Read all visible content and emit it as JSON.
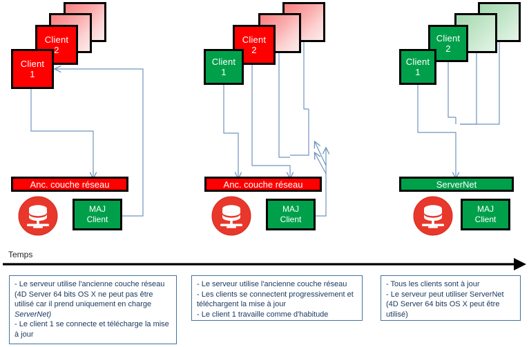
{
  "diagram": {
    "timeline": {
      "label": "Temps",
      "arrow": "right-arrow"
    },
    "columns": [
      {
        "id": "phase-1",
        "clients": [
          {
            "label_line1": "Client",
            "label_line2": "1",
            "state": "red"
          },
          {
            "label_line1": "Client",
            "label_line2": "2",
            "state": "red"
          },
          {
            "label_line1": "",
            "label_line2": "",
            "state": "ghost-red"
          },
          {
            "label_line1": "",
            "label_line2": "",
            "state": "ghost-red"
          }
        ],
        "layer": {
          "label": "Anc. couche réseau",
          "state": "red"
        },
        "server_icon": "database-icon",
        "update": {
          "line1": "MAJ",
          "line2": "Client"
        },
        "note_lines": [
          "- Le serveur utilise l'ancienne couche réseau (4D Server 64 bits OS X ne peut pas être utilisé car il prend uniquement en charge ServerNet)",
          "- Le client 1 se connecte et télécharge la mise à jour"
        ],
        "note_italic_term": "ServerNet"
      },
      {
        "id": "phase-2",
        "clients": [
          {
            "label_line1": "Client",
            "label_line2": "1",
            "state": "green"
          },
          {
            "label_line1": "Client",
            "label_line2": "2",
            "state": "red"
          },
          {
            "label_line1": "",
            "label_line2": "",
            "state": "ghost-red"
          },
          {
            "label_line1": "",
            "label_line2": "",
            "state": "ghost-red"
          }
        ],
        "layer": {
          "label": "Anc. couche réseau",
          "state": "red"
        },
        "server_icon": "database-icon",
        "update": {
          "line1": "MAJ",
          "line2": "Client"
        },
        "note_lines": [
          "- Le serveur utilise l'ancienne couche réseau",
          "- Les clients se connectent progressivement et téléchargent la mise à jour",
          "- Le client 1 travaille comme d'habitude"
        ]
      },
      {
        "id": "phase-3",
        "clients": [
          {
            "label_line1": "Client",
            "label_line2": "1",
            "state": "green"
          },
          {
            "label_line1": "Client",
            "label_line2": "2",
            "state": "green"
          },
          {
            "label_line1": "",
            "label_line2": "",
            "state": "ghost-green"
          },
          {
            "label_line1": "",
            "label_line2": "",
            "state": "ghost-green"
          }
        ],
        "layer": {
          "label": "ServerNet",
          "state": "green"
        },
        "server_icon": "database-icon",
        "update": {
          "line1": "MAJ",
          "line2": "Client"
        },
        "note_lines": [
          "- Tous les clients sont à jour",
          "- Le serveur peut utiliser ServerNet (4D Server 64 bits OS X peut être utilisé)"
        ]
      }
    ],
    "colors": {
      "red": "#FF0000",
      "green": "#00A04B",
      "connector": "#6F93BE",
      "note_border": "#41719C",
      "note_text": "#17365D",
      "outline": "#000000",
      "timeline": "#000000"
    }
  }
}
